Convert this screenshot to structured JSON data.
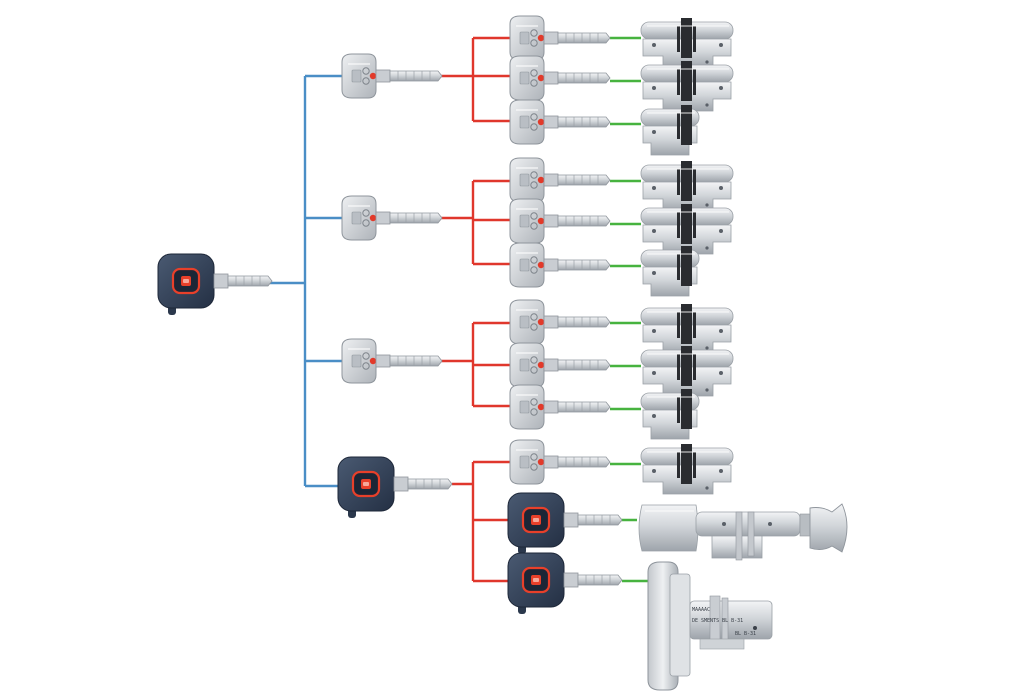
{
  "colors": {
    "background": "#ffffff",
    "master_line": "#4a8ec6",
    "group_line": "#e0372c",
    "cylinder_line": "#47b33f",
    "fob_body": "#2f3d52",
    "fob_accent": "#e8402a",
    "key_metal": "#c6cacf",
    "key_dot": "#e23a2a",
    "cylinder_metal": "#d4d7db",
    "cam_dark": "#2a2c30"
  },
  "diagram": {
    "root": {
      "type": "electronic-key",
      "icon": "key-fob-icon"
    },
    "groups": [
      {
        "type": "mechanical-key",
        "icon": "key-icon",
        "children": [
          {
            "key": "mechanical-key",
            "lock": "double-cylinder"
          },
          {
            "key": "mechanical-key",
            "lock": "double-cylinder"
          },
          {
            "key": "mechanical-key",
            "lock": "half-cylinder"
          }
        ]
      },
      {
        "type": "mechanical-key",
        "icon": "key-icon",
        "children": [
          {
            "key": "mechanical-key",
            "lock": "double-cylinder"
          },
          {
            "key": "mechanical-key",
            "lock": "double-cylinder"
          },
          {
            "key": "mechanical-key",
            "lock": "half-cylinder"
          }
        ]
      },
      {
        "type": "mechanical-key",
        "icon": "key-icon",
        "children": [
          {
            "key": "mechanical-key",
            "lock": "double-cylinder"
          },
          {
            "key": "mechanical-key",
            "lock": "double-cylinder"
          },
          {
            "key": "mechanical-key",
            "lock": "half-cylinder"
          }
        ]
      },
      {
        "type": "electronic-key",
        "icon": "key-fob-icon",
        "children": [
          {
            "key": "mechanical-key",
            "lock": "double-cylinder"
          },
          {
            "key": "electronic-key",
            "lock": "knob-cylinder"
          },
          {
            "key": "electronic-key",
            "lock": "escutcheon-cylinder"
          }
        ]
      }
    ]
  },
  "engraving": {
    "line1": "MAAAAC",
    "line2": "DE SMENTS  BL B-31",
    "line3": "BL B-31"
  }
}
